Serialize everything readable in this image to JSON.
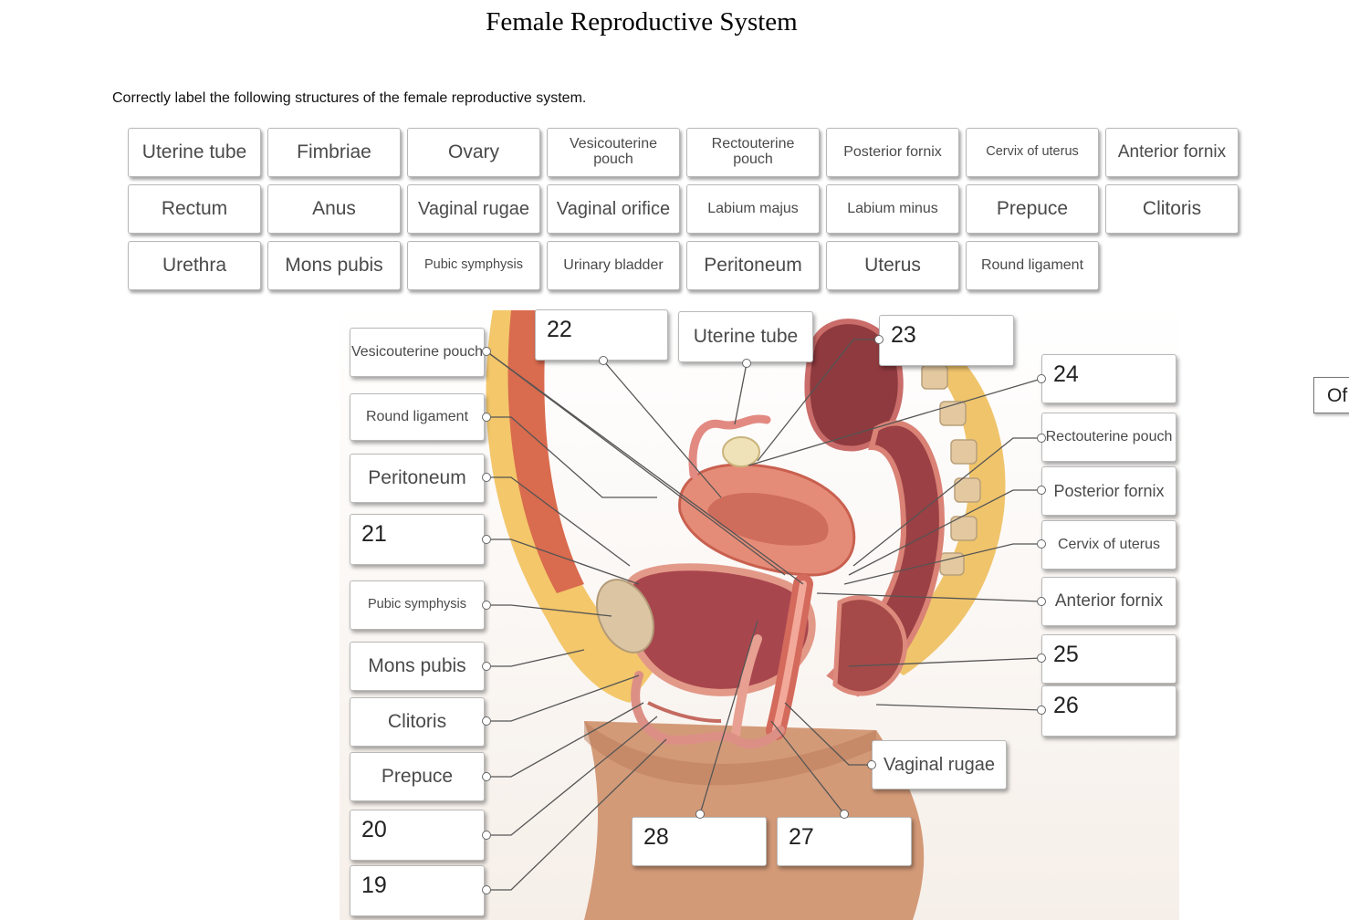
{
  "title": "Female Reproductive System",
  "instruction": "Correctly label the following structures of the female reproductive system.",
  "label_bank": [
    "Uterine tube",
    "Fimbriae",
    "Ovary",
    "Vesicouterine pouch",
    "Rectouterine pouch",
    "Posterior fornix",
    "Cervix of uterus",
    "Anterior fornix",
    "Rectum",
    "Anus",
    "Vaginal rugae",
    "Vaginal orifice",
    "Labium majus",
    "Labium minus",
    "Prepuce",
    "Clitoris",
    "Urethra",
    "Mons pubis",
    "Pubic symphysis",
    "Urinary bladder",
    "Peritoneum",
    "Uterus",
    "Round ligament"
  ],
  "left_targets": [
    {
      "value": "Vesicouterine pouch"
    },
    {
      "value": "Round ligament"
    },
    {
      "value": "Peritoneum"
    },
    {
      "value": "21"
    },
    {
      "value": "Pubic symphysis"
    },
    {
      "value": "Mons pubis"
    },
    {
      "value": "Clitoris"
    },
    {
      "value": "Prepuce"
    },
    {
      "value": "20"
    },
    {
      "value": "19"
    }
  ],
  "top_targets": [
    {
      "value": "22"
    },
    {
      "value": "Uterine tube"
    },
    {
      "value": "23"
    }
  ],
  "right_targets": [
    {
      "value": "24"
    },
    {
      "value": "Rectouterine pouch"
    },
    {
      "value": "Posterior fornix"
    },
    {
      "value": "Cervix of uterus"
    },
    {
      "value": "Anterior fornix"
    },
    {
      "value": "25"
    },
    {
      "value": "26"
    }
  ],
  "bottom_targets": [
    {
      "value": "Vaginal rugae"
    },
    {
      "value": "28"
    },
    {
      "value": "27"
    }
  ],
  "side_tab": "Of"
}
